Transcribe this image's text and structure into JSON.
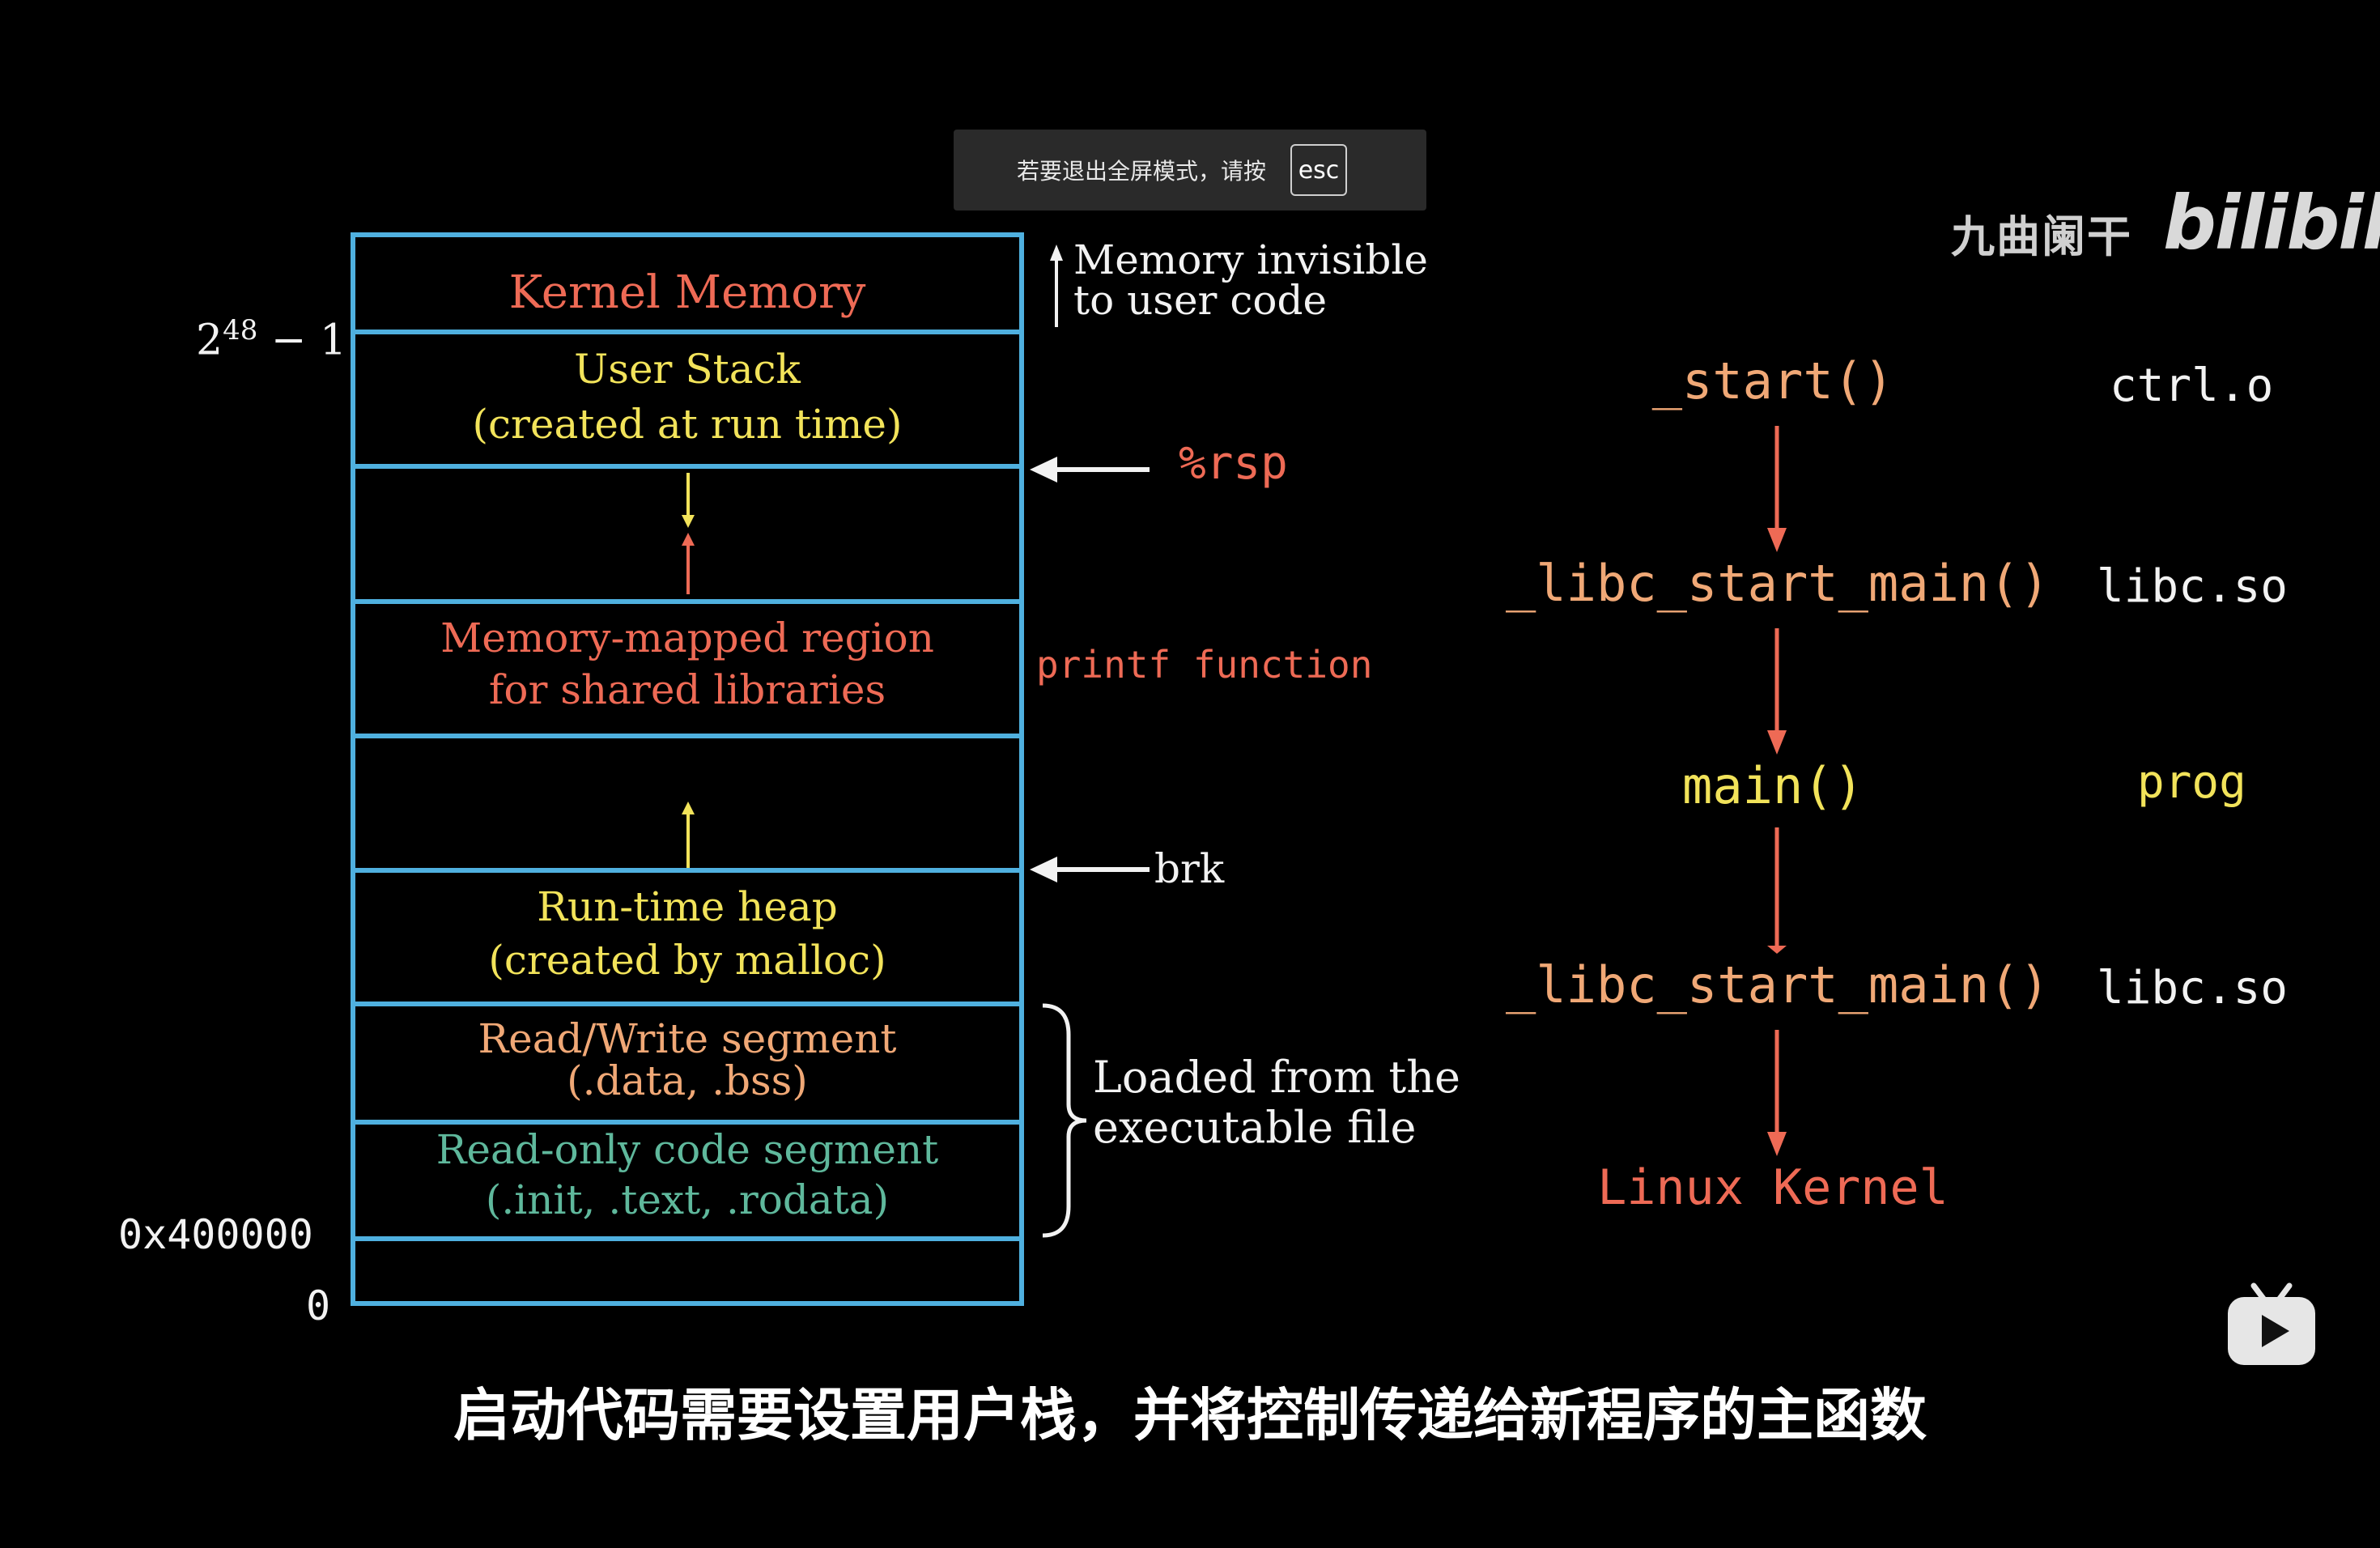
{
  "toast": {
    "message": "若要退出全屏模式，请按",
    "key": "esc"
  },
  "watermark": {
    "channel": "九曲阑干",
    "logo": "bilibili"
  },
  "memory": {
    "kernel": "Kernel Memory",
    "user_stack": [
      "User Stack",
      "(created at run time)"
    ],
    "mmap": [
      "Memory-mapped region",
      "for shared libraries"
    ],
    "heap": [
      "Run-time heap",
      "(created by malloc)"
    ],
    "rw": [
      "Read/Write segment",
      "(.data, .bss)"
    ],
    "ro": [
      "Read-only code segment",
      "(.init, .text, .rodata)"
    ]
  },
  "addresses": {
    "top_base": "2",
    "top_exp": "48",
    "top_rest": " − 1",
    "code_start": "0x400000",
    "zero": "0"
  },
  "annotations": {
    "invisible": [
      "Memory invisible",
      "to user code"
    ],
    "rsp": "%rsp",
    "printf": "printf function",
    "brk": "brk",
    "loaded": [
      "Loaded from the",
      "executable file"
    ]
  },
  "call_chain": [
    {
      "fn": "_start()",
      "lib": "ctrl.o"
    },
    {
      "fn": "_libc_start_main()",
      "lib": "libc.so"
    },
    {
      "fn": "main()",
      "lib": "prog"
    },
    {
      "fn": "_libc_start_main()",
      "lib": "libc.so"
    },
    {
      "fn": "Linux Kernel",
      "lib": ""
    }
  ],
  "subtitle": "启动代码需要设置用户栈，并将控制传递给新程序的主函数",
  "colors": {
    "box": "#4fb0df",
    "red": "#ee6a55",
    "yellow": "#f2e35a",
    "orange": "#f0a876",
    "teal": "#5fb89c"
  }
}
